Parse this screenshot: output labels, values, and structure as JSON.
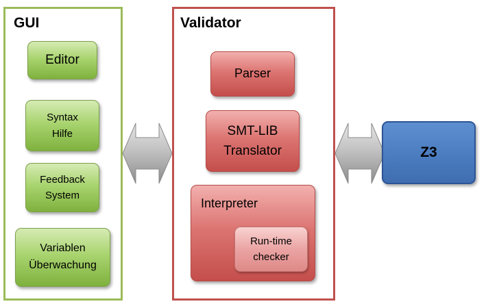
{
  "gui": {
    "title": "GUI",
    "items": [
      {
        "label": "Editor"
      },
      {
        "label": "Syntax\nHilfe"
      },
      {
        "label": "Feedback\nSystem"
      },
      {
        "label": "Variablen\nÜberwachung"
      }
    ]
  },
  "validator": {
    "title": "Validator",
    "parser": "Parser",
    "translator": "SMT-LIB\nTranslator",
    "interpreter": "Interpreter",
    "checker": "Run-time\nchecker"
  },
  "z3": {
    "label": "Z3"
  },
  "colors": {
    "gui_border": "#9bbb59",
    "validator_border": "#c0504d",
    "green_box": "#9bbb59",
    "red_box": "#c0504d",
    "z3_box": "#4f81bd",
    "arrow": "#a6a6a6"
  }
}
